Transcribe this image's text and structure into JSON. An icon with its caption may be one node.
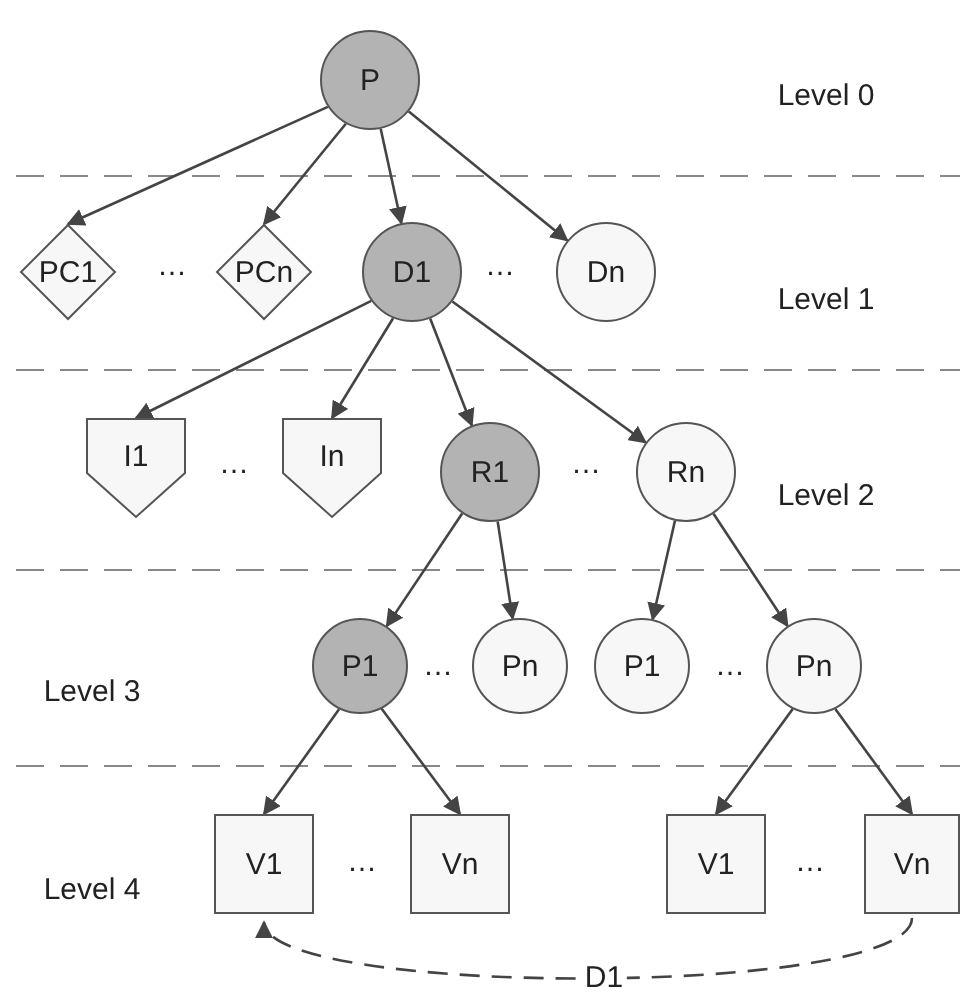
{
  "diagram": {
    "nodes": [
      {
        "text": [
          "P"
        ]
      },
      {
        "text": [
          "PC1"
        ]
      },
      {
        "text": [
          "PCn"
        ]
      },
      {
        "text": [
          "D1"
        ]
      },
      {
        "text": [
          "Dn"
        ]
      },
      {
        "text": [
          "I1"
        ]
      },
      {
        "text": [
          "In"
        ]
      },
      {
        "text": [
          "R1"
        ]
      },
      {
        "text": [
          "Rn"
        ]
      },
      {
        "text": [
          "P1"
        ]
      },
      {
        "text": [
          "Pn"
        ]
      },
      {
        "text": [
          "P1"
        ]
      },
      {
        "text": [
          "Pn"
        ]
      },
      {
        "text": [
          "V1"
        ]
      },
      {
        "text": [
          "Vn"
        ]
      },
      {
        "text": [
          "V1"
        ]
      },
      {
        "text": [
          "Vn"
        ]
      }
    ],
    "edges": [
      {
        "from": 0,
        "to": 1,
        "arrow": "to"
      },
      {
        "from": 0,
        "to": 2,
        "arrow": "to"
      },
      {
        "from": 0,
        "to": 3,
        "arrow": "to"
      },
      {
        "from": 0,
        "to": 4,
        "arrow": "to"
      },
      {
        "from": 3,
        "to": 5,
        "arrow": "to"
      },
      {
        "from": 3,
        "to": 6,
        "arrow": "to"
      },
      {
        "from": 3,
        "to": 7,
        "arrow": "to"
      },
      {
        "from": 3,
        "to": 8,
        "arrow": "to"
      },
      {
        "from": 7,
        "to": 9,
        "arrow": "to"
      },
      {
        "from": 7,
        "to": 10,
        "arrow": "to"
      },
      {
        "from": 8,
        "to": 11,
        "arrow": "to"
      },
      {
        "from": 8,
        "to": 12,
        "arrow": "to"
      },
      {
        "from": 9,
        "to": 13,
        "arrow": "to"
      },
      {
        "from": 9,
        "to": 14,
        "arrow": "to"
      },
      {
        "from": 12,
        "to": 15,
        "arrow": "to"
      },
      {
        "from": 12,
        "to": 16,
        "arrow": "to"
      },
      {
        "from": 16,
        "to": 13,
        "arrow": "to",
        "label": "D1",
        "style": "dashed"
      }
    ],
    "labels": [
      "Level 0",
      "…",
      "…",
      "Level 1",
      "…",
      "…",
      "Level 2",
      "Level 3",
      "…",
      "…",
      "Level 4",
      "…",
      "…"
    ]
  }
}
